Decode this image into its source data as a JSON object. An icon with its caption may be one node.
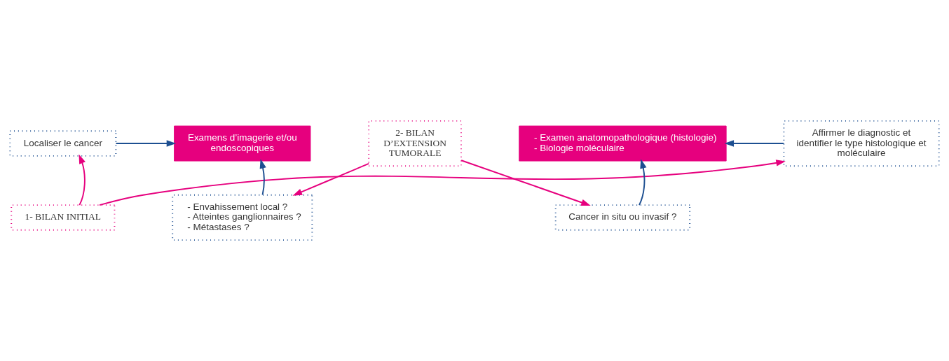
{
  "diagram": {
    "nodes": [
      {
        "text": [
          "1- BILAN INITIAL"
        ]
      },
      {
        "text": [
          "Localiser le cancer"
        ]
      },
      {
        "text": [
          "Affirmer le diagnostic et identifier le type histologique et moléculaire"
        ]
      },
      {
        "text": [
          "Examens d’imagerie et/ou endoscopiques"
        ]
      },
      {
        "text": [
          "2- BILAN D’EXTENSION TUMORALE"
        ]
      },
      {
        "text": [
          "- Examen anatomopathologique (histologie)",
          "- Biologie moléculaire"
        ]
      },
      {
        "text": [
          "- Envahissement local ?",
          "- Atteintes ganglionnaires ?",
          "- Métastases ?"
        ]
      },
      {
        "text": [
          "Cancer in situ ou invasif ?"
        ]
      }
    ],
    "edges": [
      {
        "from": 0,
        "to": 1,
        "arrow": "to",
        "color": "#e6007e"
      },
      {
        "from": 0,
        "to": 2,
        "arrow": "to",
        "color": "#e6007e"
      },
      {
        "from": 1,
        "to": 3,
        "arrow": "to",
        "color": "#1d4f91"
      },
      {
        "from": 2,
        "to": 5,
        "arrow": "to",
        "color": "#1d4f91"
      },
      {
        "from": 6,
        "to": 3,
        "arrow": "to",
        "color": "#1d4f91"
      },
      {
        "from": 4,
        "to": 6,
        "arrow": "to",
        "color": "#e6007e"
      },
      {
        "from": 4,
        "to": 7,
        "arrow": "to",
        "color": "#e6007e"
      },
      {
        "from": 7,
        "to": 5,
        "arrow": "to",
        "color": "#1d4f91"
      }
    ]
  }
}
